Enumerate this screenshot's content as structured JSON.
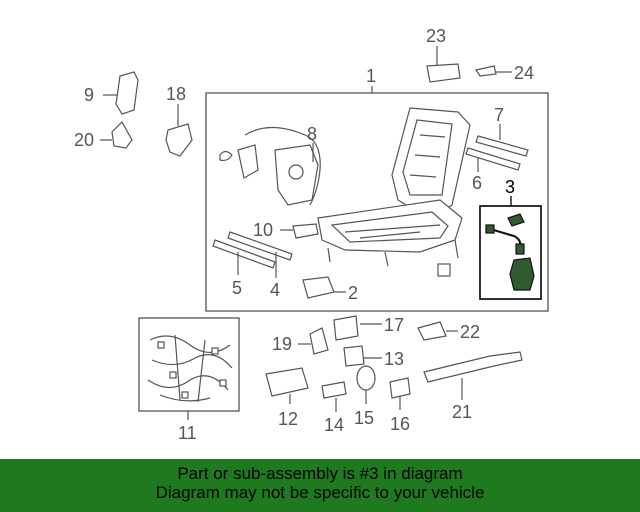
{
  "callouts": {
    "c1": "1",
    "c2": "2",
    "c3": "3",
    "c4": "4",
    "c5": "5",
    "c6": "6",
    "c7": "7",
    "c8": "8",
    "c9": "9",
    "c10": "10",
    "c11": "11",
    "c12": "12",
    "c13": "13",
    "c14": "14",
    "c15": "15",
    "c16": "16",
    "c17": "17",
    "c18": "18",
    "c19": "19",
    "c20": "20",
    "c21": "21",
    "c22": "22",
    "c23": "23",
    "c24": "24"
  },
  "highlighted_part": "3",
  "banner": {
    "line1": "Part or sub-assembly is #3 in diagram",
    "line2": "Diagram may not be specific to your vehicle"
  },
  "colors": {
    "banner_bg": "#1f7a1f",
    "highlight_part_fill": "#2f5c2f",
    "line_gray": "#555555"
  }
}
